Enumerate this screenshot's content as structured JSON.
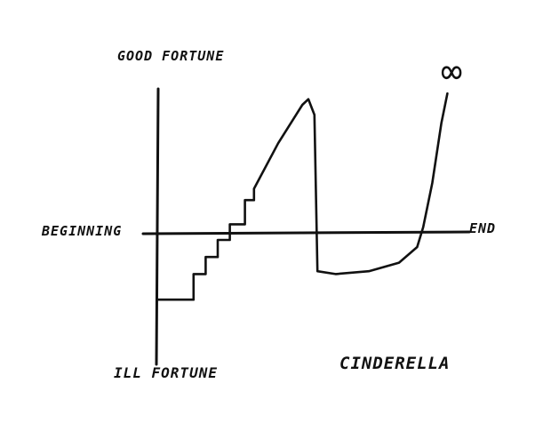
{
  "chart_data": {
    "type": "line",
    "title": "CINDERELLA",
    "y_top_label": "GOOD FORTUNE",
    "y_bottom_label": "ILL FORTUNE",
    "x_start_label": "BEGINNING",
    "x_end_label": "END",
    "end_annotation": "∞",
    "xlim": [
      0,
      100
    ],
    "ylim": [
      -1,
      1
    ],
    "grid": false,
    "series": [
      {
        "shape": "steps-up, peak, drop, flat, rise-to-infinity",
        "points": [
          [
            0,
            -0.47
          ],
          [
            12,
            -0.47
          ],
          [
            12,
            -0.29
          ],
          [
            16,
            -0.29
          ],
          [
            16,
            -0.17
          ],
          [
            20,
            -0.17
          ],
          [
            20,
            -0.05
          ],
          [
            24,
            -0.05
          ],
          [
            24,
            0.06
          ],
          [
            29,
            0.06
          ],
          [
            29,
            0.23
          ],
          [
            32,
            0.23
          ],
          [
            32,
            0.31
          ],
          [
            40,
            0.63
          ],
          [
            48,
            0.9
          ],
          [
            50,
            0.94
          ],
          [
            52,
            0.83
          ],
          [
            53,
            -0.27
          ],
          [
            59,
            -0.29
          ],
          [
            70,
            -0.27
          ],
          [
            80,
            -0.21
          ],
          [
            86,
            -0.1
          ],
          [
            88,
            0.04
          ],
          [
            91,
            0.35
          ],
          [
            94,
            0.77
          ],
          [
            96,
            0.98
          ]
        ]
      }
    ]
  }
}
